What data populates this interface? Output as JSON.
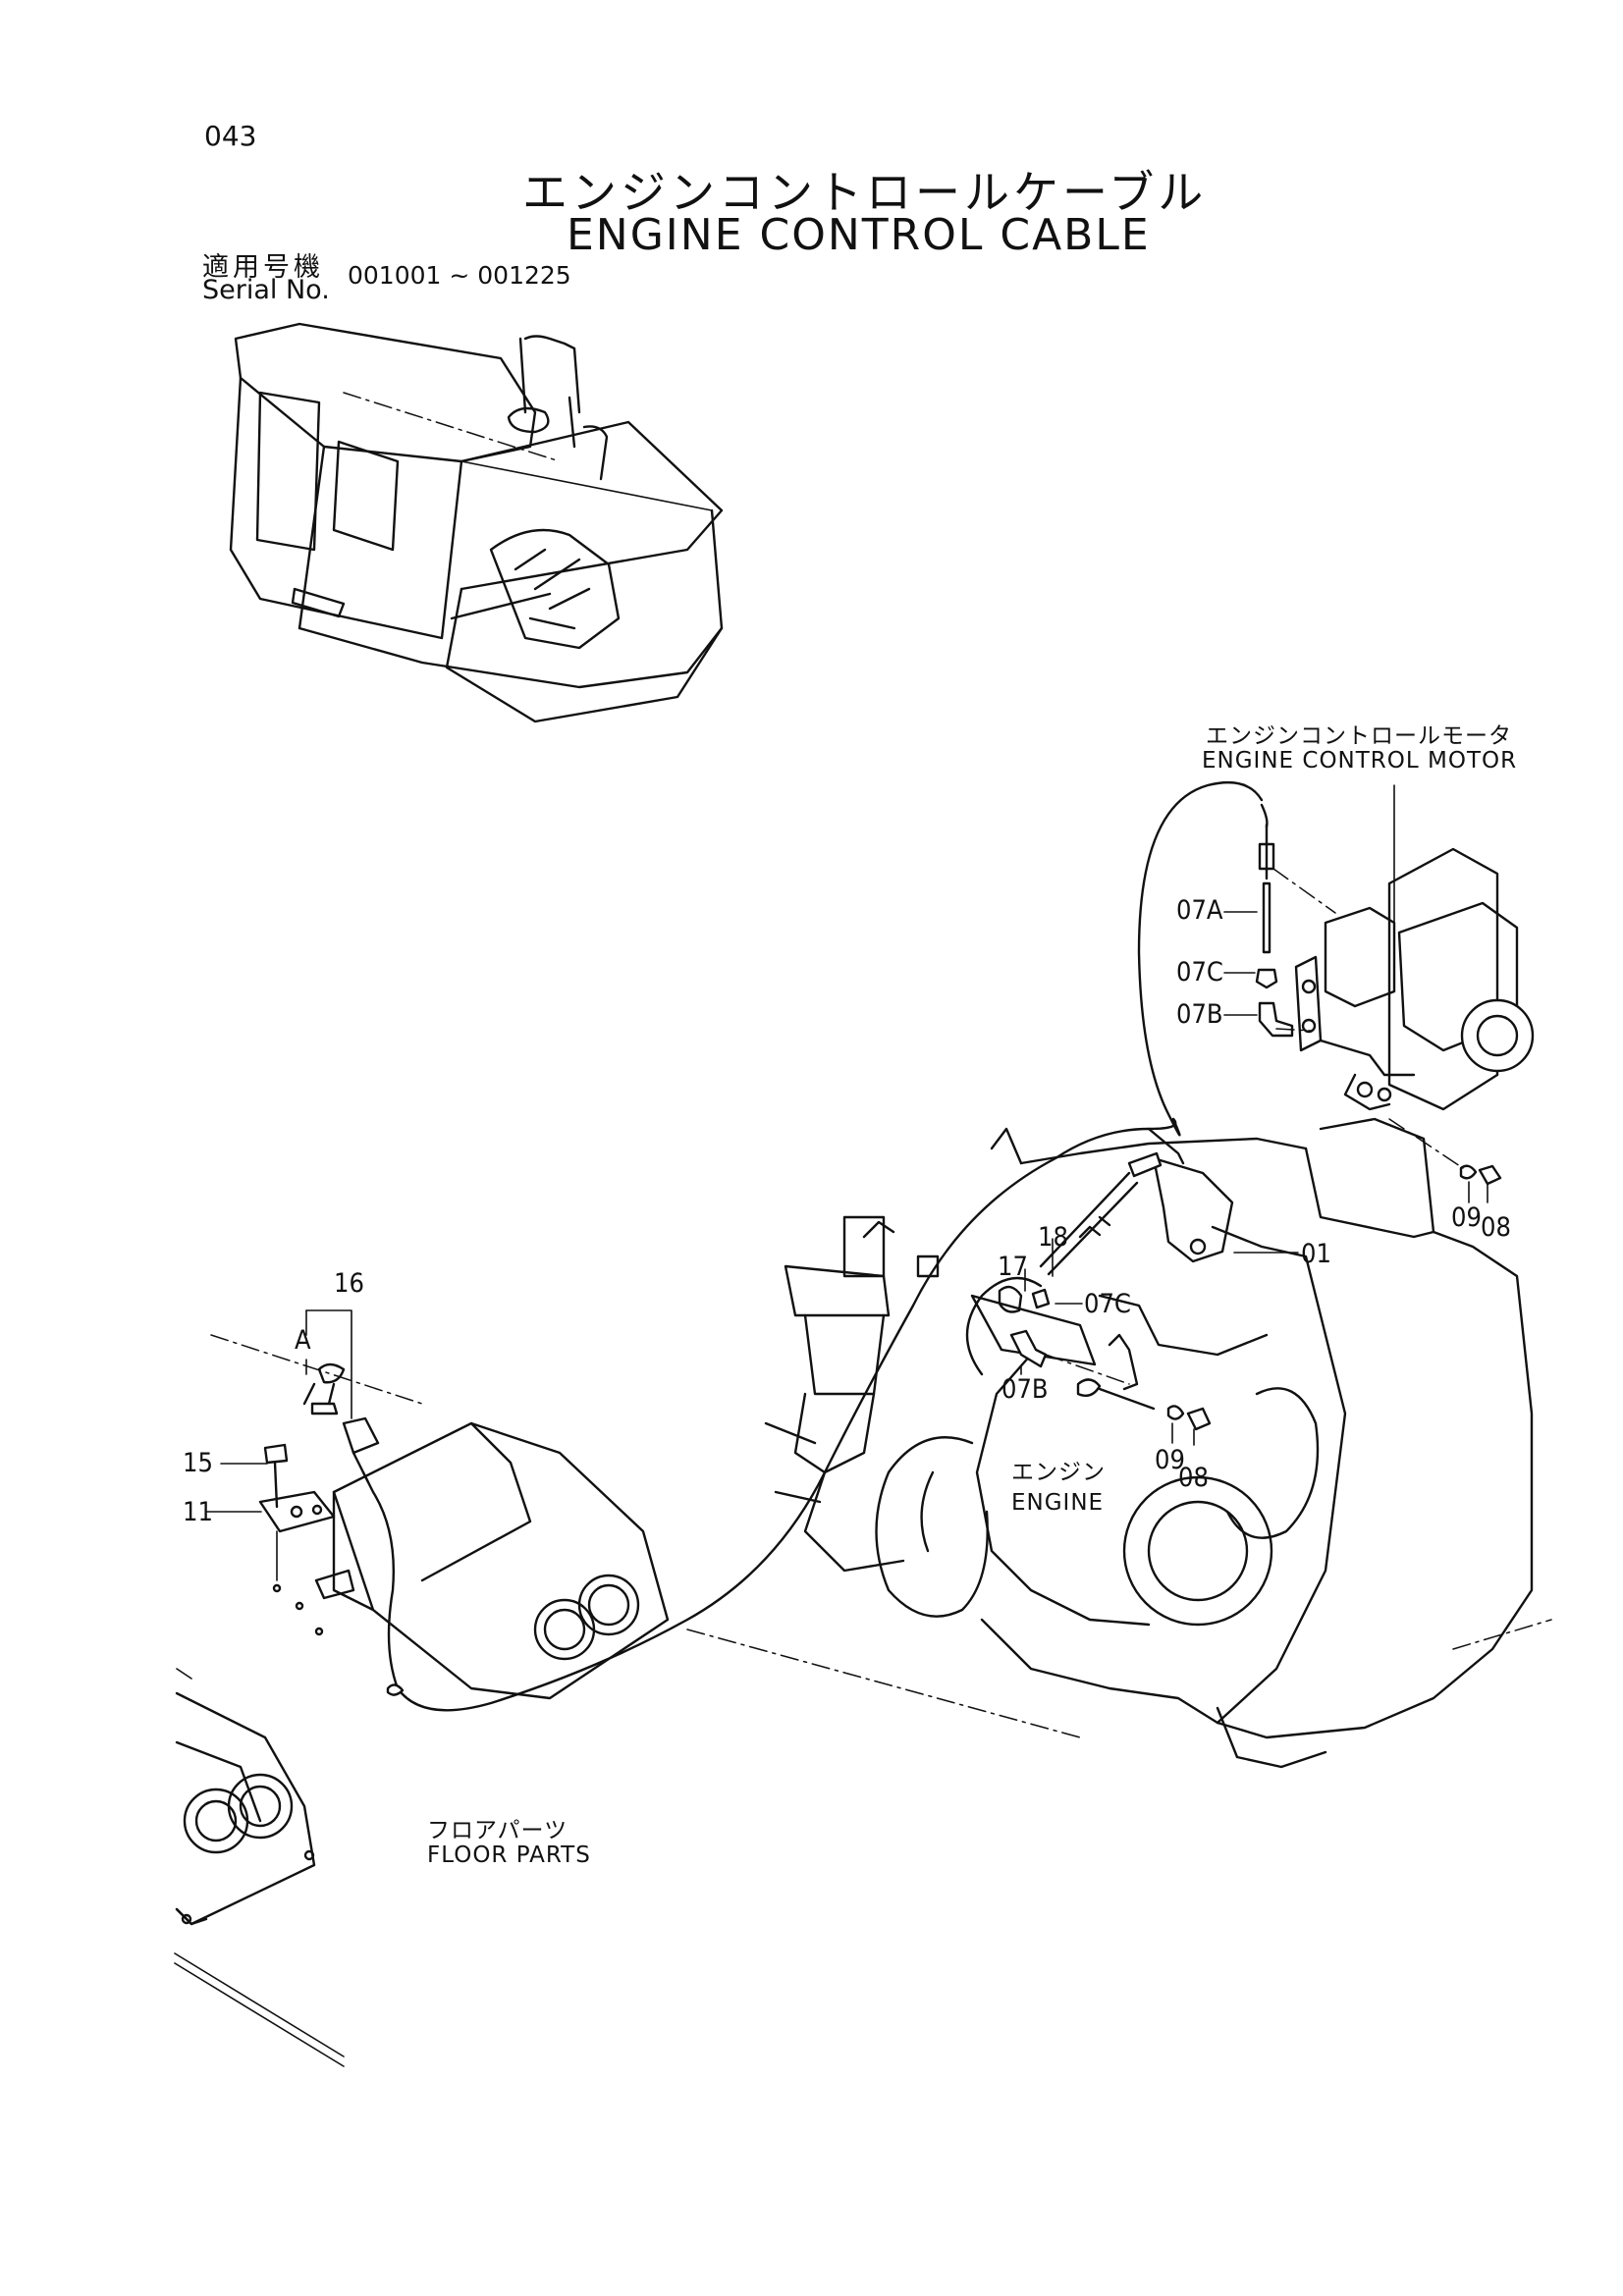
{
  "page_number": "043",
  "title": {
    "japanese": "エンジンコントロールケーブル",
    "english": "ENGINE CONTROL CABLE"
  },
  "serial": {
    "label_japanese": "適用号機",
    "label_english": "Serial No.",
    "range": "001001 ~ 001225"
  },
  "notes": {
    "motor_jp": "エンジンコントロールモータ",
    "motor_en": "ENGINE CONTROL MOTOR",
    "engine_jp": "エンジン",
    "engine_en": "ENGINE",
    "floor_jp": "フロアパーツ",
    "floor_en": "FLOOR PARTS"
  },
  "callouts": {
    "c07a": "07A",
    "c07c_top": "07C",
    "c07b_top": "07B",
    "c09_top": "09",
    "c08_top": "08",
    "c01": "01",
    "c18": "18",
    "c17": "17",
    "c07c_mid": "07C",
    "c07b_mid": "07B",
    "c09_mid": "09",
    "c08_mid": "08",
    "c16": "16",
    "cA": "A",
    "c15": "15",
    "c11": "11"
  }
}
